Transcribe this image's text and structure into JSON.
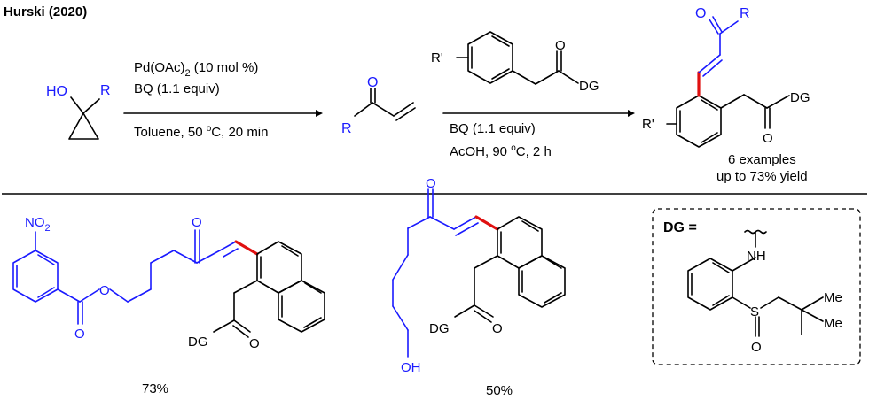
{
  "header": {
    "title": "Hurski (2020)"
  },
  "step1": {
    "reactant_OH": "HO",
    "reactant_R": "R",
    "catalyst_prefix": "Pd(OAc)",
    "catalyst_sub": "2",
    "catalyst_suffix": " (10 mol %)",
    "oxidant": "BQ (1.1 equiv)",
    "conditions_prefix": "Toluene, 50 ",
    "conditions_sup": "o",
    "conditions_suffix": "C, 20 min",
    "product_O": "O",
    "product_R": "R"
  },
  "step2": {
    "reagent_R": "R'",
    "reagent_O": "O",
    "reagent_DG": "DG",
    "oxidant": "BQ (1.1 equiv)",
    "conditions_prefix": "AcOH, 90 ",
    "conditions_sup": "o",
    "conditions_suffix": "C, 2 h"
  },
  "product": {
    "O": "O",
    "R": "R",
    "R_prime": "R'",
    "DG": "DG",
    "O_lower": "O",
    "examples": "6 examples",
    "yield": "up to 73% yield"
  },
  "examples": [
    {
      "no2_N": "NO",
      "no2_sub": "2",
      "ketone_O": "O",
      "ester_O": "O",
      "ester_O2": "O",
      "DG": "DG",
      "O": "O",
      "yield": "73%"
    },
    {
      "ketone_O": "O",
      "OH": "OH",
      "DG": "DG",
      "O": "O",
      "yield": "50%"
    }
  ],
  "dg_box": {
    "title": "DG =",
    "NH": "NH",
    "S": "S",
    "O": "O",
    "Me1": "Me",
    "Me2": "Me"
  },
  "colors": {
    "highlight": "#e01010",
    "substituent": "#1a1aff",
    "text": "#000000"
  }
}
